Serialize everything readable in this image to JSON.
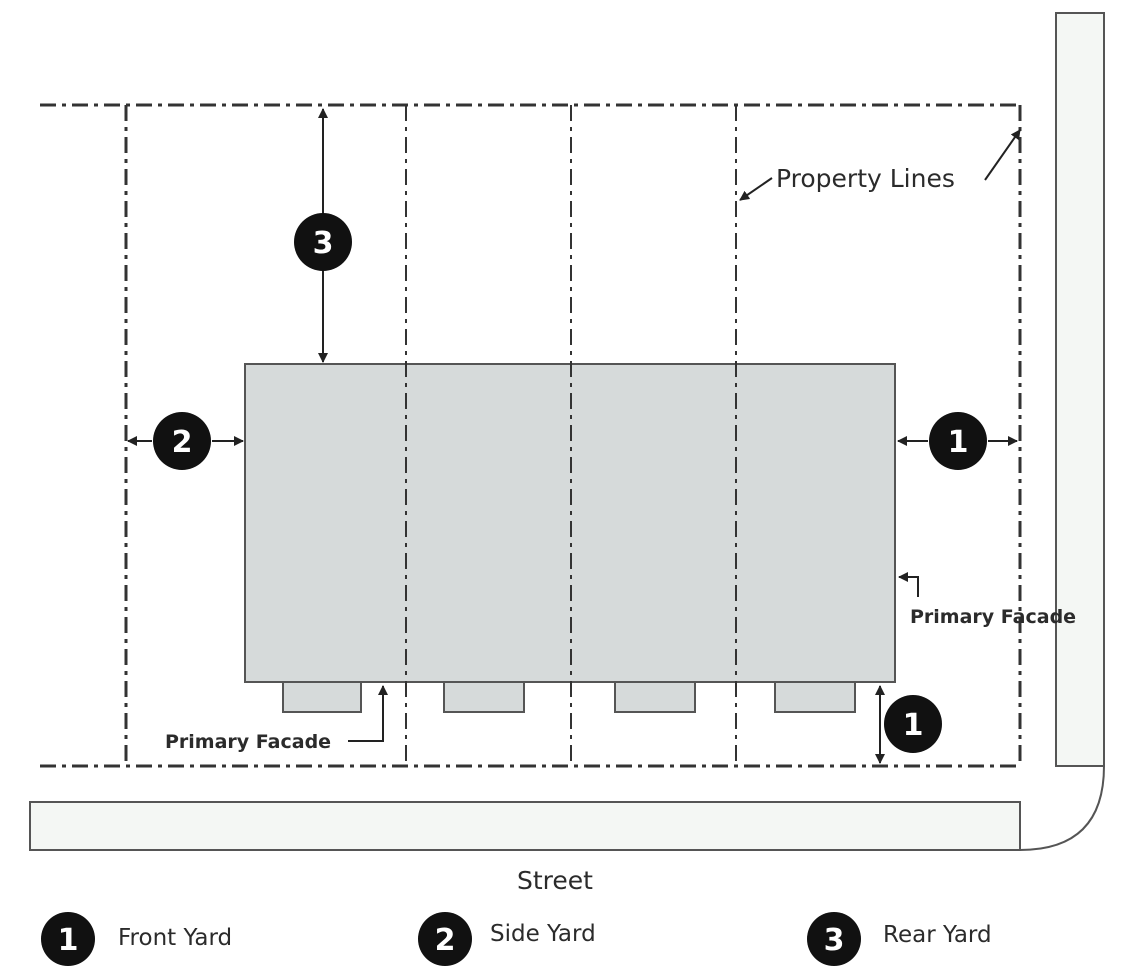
{
  "labels": {
    "property_lines": "Property Lines",
    "primary_facade_right": "Primary Facade",
    "primary_facade_bottom": "Primary Facade",
    "street": "Street"
  },
  "markers": {
    "rear": "3",
    "side": "2",
    "front_right": "1",
    "front_bottom": "1"
  },
  "legend": [
    {
      "number": "1",
      "label": "Front Yard"
    },
    {
      "number": "2",
      "label": "Side Yard"
    },
    {
      "number": "3",
      "label": "Rear Yard"
    }
  ],
  "colors": {
    "building_fill": "#d6dada",
    "outline": "#555555",
    "marker": "#111111",
    "road_fill": "#f4f7f4"
  }
}
